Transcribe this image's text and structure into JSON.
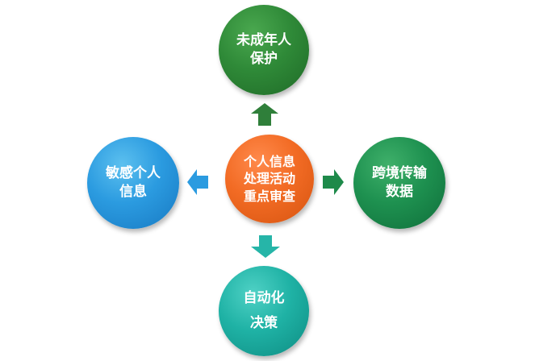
{
  "diagram": {
    "center": {
      "lines": [
        "个人信息",
        "处理活动",
        "重点审查"
      ],
      "color": "#f26b24"
    },
    "top": {
      "lines": [
        "未成年人",
        "保护"
      ],
      "color": "#2f8a38"
    },
    "left": {
      "lines": [
        "敏感个人",
        "信息"
      ],
      "color": "#2b9be0"
    },
    "right": {
      "lines": [
        "跨境传输",
        "数据"
      ],
      "color": "#1e9150"
    },
    "bottom": {
      "lines": [
        "自动化",
        "决策"
      ],
      "color": "#1fb2a5"
    },
    "arrows": {
      "up": {
        "direction": "up",
        "color": "#2f7f3a"
      },
      "left": {
        "direction": "left",
        "color": "#2b9be0"
      },
      "right": {
        "direction": "right",
        "color": "#1e8a4a"
      },
      "down": {
        "direction": "down",
        "color": "#26b5a8"
      }
    }
  }
}
